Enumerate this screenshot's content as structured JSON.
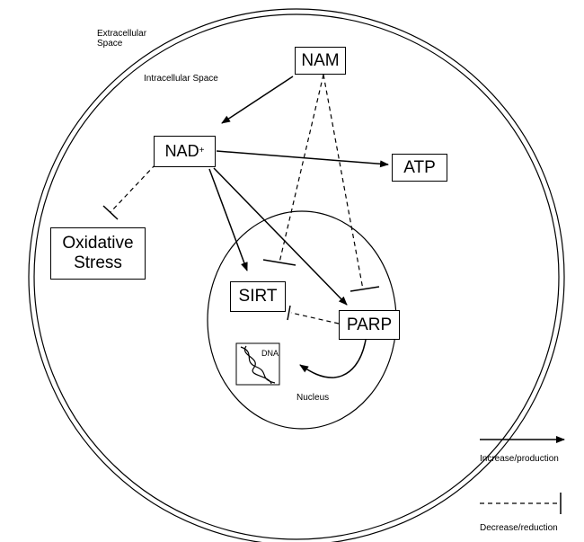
{
  "labels": {
    "extracellular": "Extracellular\nSpace",
    "intracellular": "Intracellular Space",
    "nucleus": "Nucleus",
    "dna": "DNA"
  },
  "nodes": {
    "nam": "NAM",
    "nad_base": "NAD",
    "nad_sup": "+",
    "atp": "ATP",
    "oxidative_line1": "Oxidative",
    "oxidative_line2": "Stress",
    "sirt": "SIRT",
    "parp": "PARP"
  },
  "legend": {
    "increase": "Increase/production",
    "decrease": "Decrease/reduction"
  }
}
